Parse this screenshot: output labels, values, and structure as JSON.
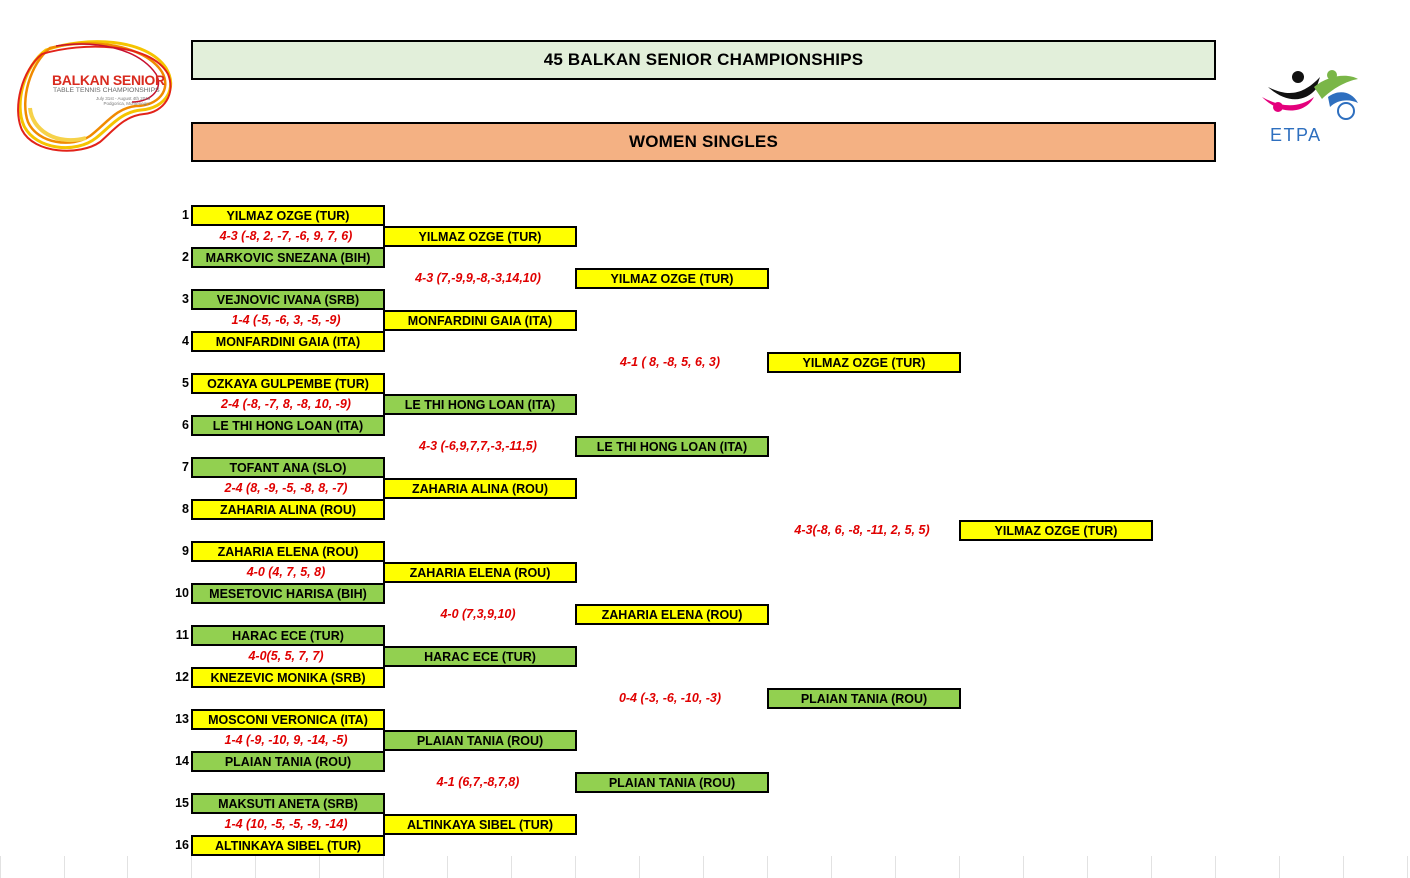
{
  "header": {
    "title": "45 BALKAN SENIOR CHAMPIONSHIPS",
    "event": "WOMEN SINGLES"
  },
  "logos": {
    "balkan": {
      "line1": "BALKAN SENIOR",
      "line2": "TABLE TENNIS CHAMPIONSHIPS",
      "line3": "July 31st - August 4th 2019",
      "line4": "Podgorica, Montenegro"
    },
    "etpa": {
      "text": "ETPA"
    }
  },
  "colors": {
    "winner_yellow": "#ffff00",
    "loser_green": "#92d050",
    "score_red": "#e00000",
    "title_bg": "#e2efda",
    "event_bg": "#f4b183"
  },
  "bracket": {
    "round1": [
      {
        "seed": "1",
        "name": "YILMAZ OZGE (TUR)",
        "winner": true
      },
      {
        "seed": "2",
        "name": "MARKOVIC SNEZANA (BIH)",
        "winner": false
      },
      {
        "seed": "3",
        "name": "VEJNOVIC IVANA (SRB)",
        "winner": false
      },
      {
        "seed": "4",
        "name": "MONFARDINI GAIA (ITA)",
        "winner": true
      },
      {
        "seed": "5",
        "name": "OZKAYA GULPEMBE (TUR)",
        "winner": true
      },
      {
        "seed": "6",
        "name": "LE THI HONG LOAN (ITA)",
        "winner": false
      },
      {
        "seed": "7",
        "name": "TOFANT ANA (SLO)",
        "winner": false
      },
      {
        "seed": "8",
        "name": "ZAHARIA ALINA (ROU)",
        "winner": true
      },
      {
        "seed": "9",
        "name": "ZAHARIA ELENA (ROU)",
        "winner": true
      },
      {
        "seed": "10",
        "name": "MESETOVIC HARISA (BIH)",
        "winner": false
      },
      {
        "seed": "11",
        "name": "HARAC ECE (TUR)",
        "winner": false
      },
      {
        "seed": "12",
        "name": "KNEZEVIC MONIKA (SRB)",
        "winner": true
      },
      {
        "seed": "13",
        "name": "MOSCONI VERONICA  (ITA)",
        "winner": true
      },
      {
        "seed": "14",
        "name": "PLAIAN TANIA (ROU)",
        "winner": false
      },
      {
        "seed": "15",
        "name": "MAKSUTI ANETA (SRB)",
        "winner": false
      },
      {
        "seed": "16",
        "name": "ALTINKAYA SIBEL (TUR)",
        "winner": true
      }
    ],
    "round1_scores": [
      "4-3 (-8, 2, -7, -6, 9, 7, 6)",
      "1-4 (-5, -6, 3, -5, -9)",
      "2-4 (-8, -7, 8, -8, 10, -9)",
      "2-4 (8, -9, -5, -8, 8, -7)",
      "4-0 (4, 7, 5, 8)",
      "4-0(5, 5, 7, 7)",
      "1-4 (-9, -10, 9, -14, -5)",
      "1-4 (10, -5, -5, -9, -14)"
    ],
    "round2": [
      {
        "name": "YILMAZ OZGE (TUR)",
        "winner": true
      },
      {
        "name": "MONFARDINI GAIA (ITA)",
        "winner": true
      },
      {
        "name": "LE THI HONG LOAN (ITA)",
        "winner": false
      },
      {
        "name": "ZAHARIA ALINA (ROU)",
        "winner": true
      },
      {
        "name": "ZAHARIA ELENA (ROU)",
        "winner": true
      },
      {
        "name": "HARAC ECE (TUR)",
        "winner": false
      },
      {
        "name": "PLAIAN TANIA (ROU)",
        "winner": false
      },
      {
        "name": "ALTINKAYA SIBEL (TUR)",
        "winner": true
      }
    ],
    "round2_scores": [
      "4-3  (7,-9,9,-8,-3,14,10)",
      "4-3 (-6,9,7,7,-3,-11,5)",
      "4-0 (7,3,9,10)",
      "4-1 (6,7,-8,7,8)"
    ],
    "round3": [
      {
        "name": "YILMAZ OZGE (TUR)",
        "winner": true
      },
      {
        "name": "LE THI HONG LOAN (ITA)",
        "winner": false
      },
      {
        "name": "ZAHARIA ELENA (ROU)",
        "winner": true
      },
      {
        "name": "PLAIAN TANIA (ROU)",
        "winner": false
      }
    ],
    "round3_scores": [
      "4-1 ( 8, -8, 5, 6, 3)",
      "0-4 (-3, -6, -10, -3)"
    ],
    "round4": [
      {
        "name": "YILMAZ OZGE (TUR)",
        "winner": true
      },
      {
        "name": "PLAIAN TANIA (ROU)",
        "winner": false
      }
    ],
    "round4_scores": [
      "4-3(-8, 6, -8, -11, 2, 5, 5)"
    ],
    "final": {
      "name": "YILMAZ OZGE (TUR)",
      "winner": true
    }
  }
}
